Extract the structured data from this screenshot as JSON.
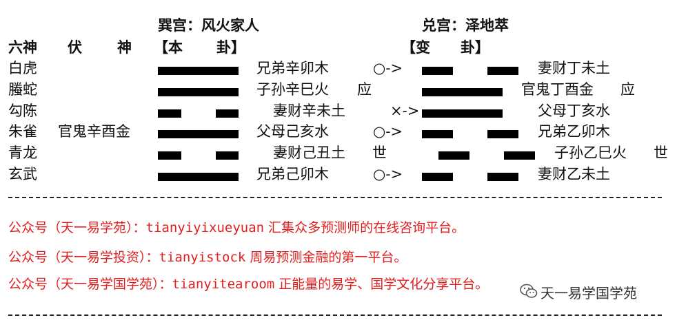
{
  "header": {
    "left_title": "巽宫：风火家人",
    "right_title": "兑宫：泽地萃"
  },
  "columns": {
    "liushen": "六神",
    "fu": "伏",
    "shen": "神",
    "ben_open": "【本",
    "ben_close": "卦】",
    "bian_open": "【变",
    "bian_close": "卦】"
  },
  "rows": [
    {
      "liushen": "白虎",
      "fushen": "",
      "ben_line": "yang",
      "ben_text": "兄弟辛卯木",
      "shi": "",
      "move": "○->",
      "bian_line": "yin",
      "bian_text": "妻财丁未土",
      "bian_shi": ""
    },
    {
      "liushen": "螣蛇",
      "fushen": "",
      "ben_line": "yang",
      "ben_text": "子孙辛巳火",
      "shi": "应",
      "move": "",
      "bian_line": "yang",
      "bian_text": "官鬼丁酉金",
      "bian_shi": "应"
    },
    {
      "liushen": "勾陈",
      "fushen": "",
      "ben_line": "yin",
      "ben_text": "妻财辛未土",
      "shi": "",
      "move": "×->",
      "bian_line": "yang",
      "bian_text": "父母丁亥水",
      "bian_shi": ""
    },
    {
      "liushen": "朱雀",
      "fushen": "官鬼辛酉金",
      "ben_line": "yang",
      "ben_text": "父母己亥水",
      "shi": "",
      "move": "○->",
      "bian_line": "yin",
      "bian_text": "兄弟乙卯木",
      "bian_shi": ""
    },
    {
      "liushen": "青龙",
      "fushen": "",
      "ben_line": "yin",
      "ben_text": "妻财己丑土",
      "shi": "世",
      "move": "",
      "bian_line": "yin",
      "bian_text": "子孙乙巳火",
      "bian_shi": "世"
    },
    {
      "liushen": "玄武",
      "fushen": "",
      "ben_line": "yang",
      "ben_text": "兄弟己卯木",
      "shi": "",
      "move": "○->",
      "bian_line": "yin",
      "bian_text": "妻财乙未土",
      "bian_shi": ""
    }
  ],
  "footer": {
    "line1_cn": "公众号（天一易学苑）：",
    "line1_id": "tianyiyixueyuan",
    "line1_desc": " 汇集众多预测师的在线咨询平台。",
    "line2_cn": "公众号（天一易学投资）：",
    "line2_id": "tianyistock",
    "line2_desc": " 周易预测金融的第一平台。",
    "line3_cn": "公众号（天一易学国学苑）：",
    "line3_id": "tianyitearoom",
    "line3_desc": " 正能量的易学、国学文化分享平台。",
    "color": "#e02020"
  },
  "watermark": {
    "icon": "wechat-icon",
    "text": "天一易学国学苑"
  }
}
